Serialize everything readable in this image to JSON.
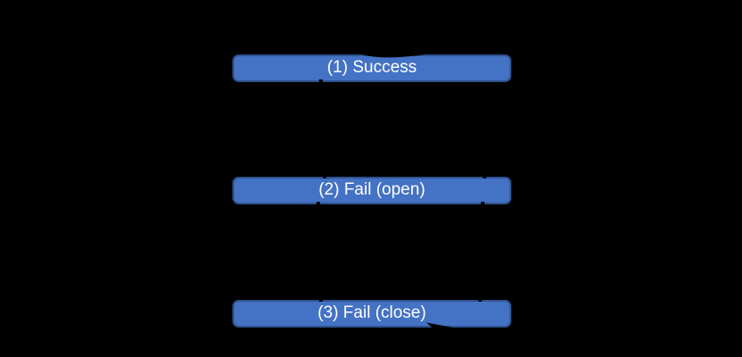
{
  "canvas": {
    "background_color": "#000000"
  },
  "diagram": {
    "type": "flow-step-boxes",
    "box_fill_color": "#4472C4",
    "box_border_color": "#2F528F",
    "box_text_color": "#FFFFFF",
    "boxes": [
      {
        "label": "(1) Success"
      },
      {
        "label": "(2) Fail (open)"
      },
      {
        "label": "(3) Fail (close)"
      }
    ]
  }
}
